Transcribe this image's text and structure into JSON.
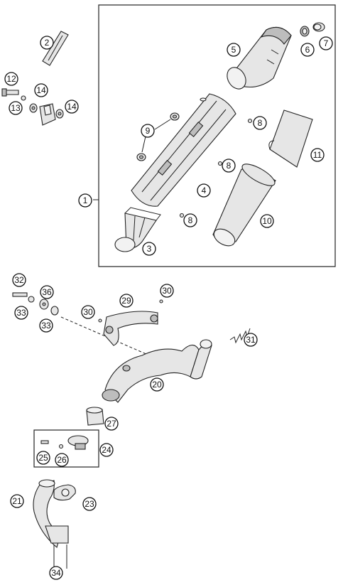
{
  "callouts": {
    "c1": "1",
    "c2": "2",
    "c3": "3",
    "c4": "4",
    "c5": "5",
    "c6": "6",
    "c7": "7",
    "c8a": "8",
    "c8b": "8",
    "c8c": "8",
    "c9": "9",
    "c10": "10",
    "c11": "11",
    "c12": "12",
    "c13": "13",
    "c14a": "14",
    "c14b": "14",
    "c20": "20",
    "c21": "21",
    "c23": "23",
    "c24": "24",
    "c25": "25",
    "c26": "26",
    "c27": "27",
    "c29": "29",
    "c30a": "30",
    "c30b": "30",
    "c31": "31",
    "c32": "32",
    "c33a": "33",
    "c33b": "33",
    "c34": "34",
    "c36": "36"
  }
}
